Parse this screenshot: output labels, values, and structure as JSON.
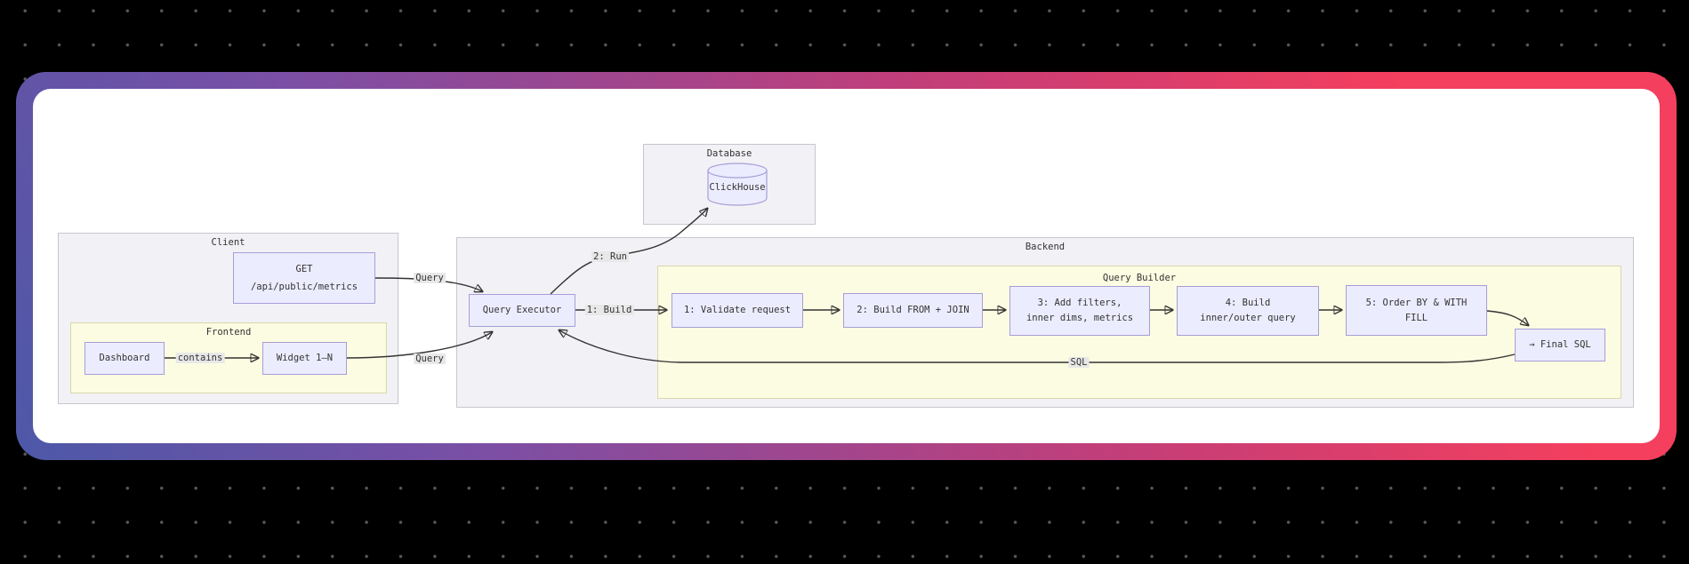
{
  "diagram": {
    "groups": {
      "database": "Database",
      "client": "Client",
      "frontend": "Frontend",
      "backend": "Backend",
      "query_builder": "Query Builder"
    },
    "nodes": {
      "clickhouse": "ClickHouse",
      "get_line1": "GET",
      "get_line2": "/api/public/metrics",
      "dashboard": "Dashboard",
      "widget": "Widget 1–N",
      "query_executor": "Query Executor",
      "step1": "1: Validate request",
      "step2": "2: Build FROM + JOIN",
      "step3_line1": "3: Add filters,",
      "step3_line2": "inner dims, metrics",
      "step4_line1": "4: Build",
      "step4_line2": "inner/outer query",
      "step5_line1": "5: Order BY & WITH",
      "step5_line2": "FILL",
      "final_sql": "→ Final SQL"
    },
    "edge_labels": {
      "query_top": "Query",
      "query_bottom": "Query",
      "contains": "contains",
      "build": "1: Build",
      "run": "2: Run",
      "sql": "SQL"
    },
    "colors": {
      "background": "#000000",
      "dot": "#5a5a5a",
      "card": "#ffffff",
      "gradient_start": "#4d58a8",
      "gradient_mid": "#c43e78",
      "gradient_end": "#f43f5e",
      "node_fill": "#ececff",
      "node_border": "#a79ed6",
      "group_fill": "#f2f2f6",
      "group_yellow_fill": "#fcfce2",
      "edge": "#333333",
      "edge_label_bg": "#e8e8e8"
    }
  }
}
